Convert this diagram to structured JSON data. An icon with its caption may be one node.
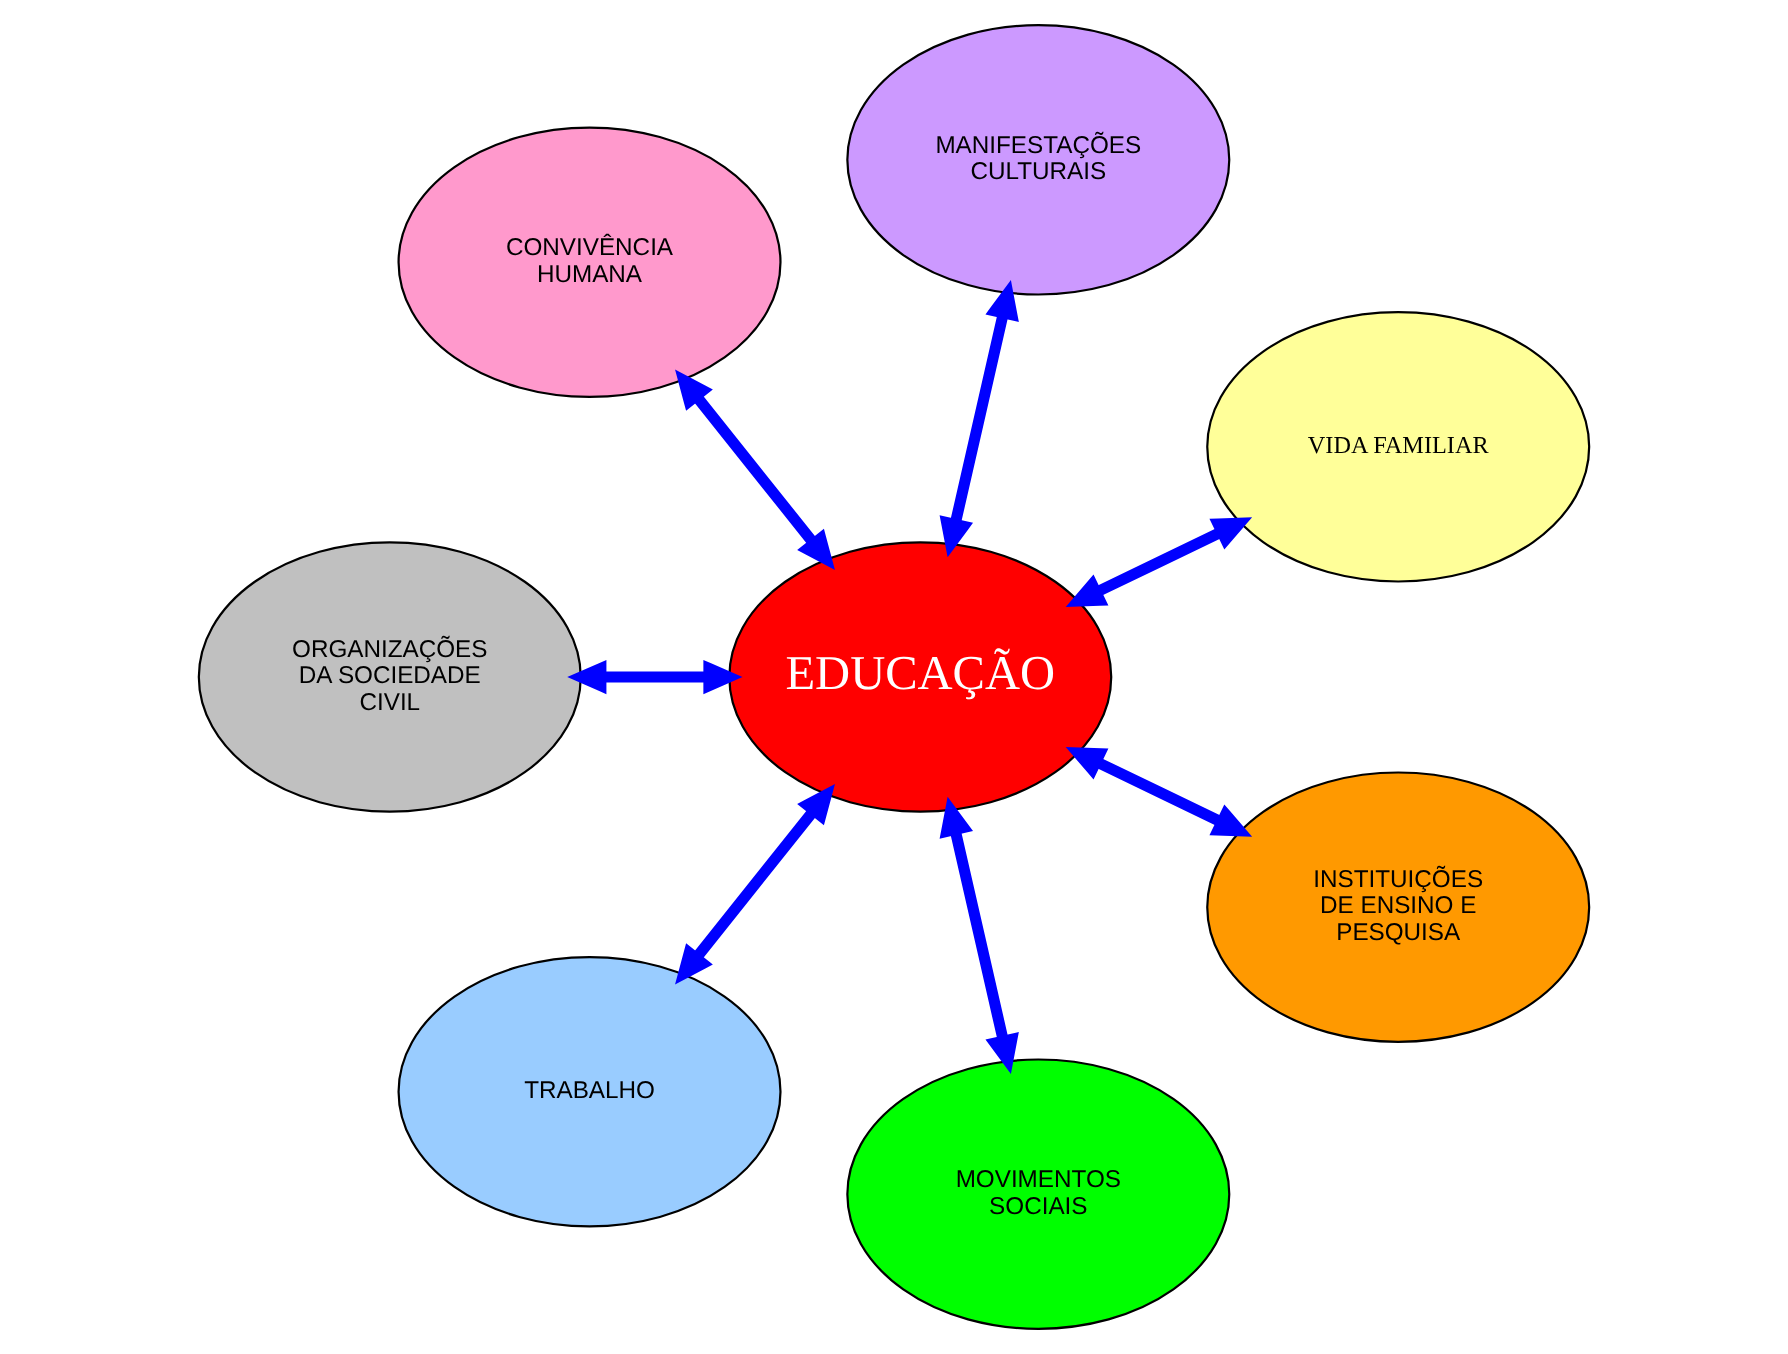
{
  "diagram": {
    "nodes": [
      {
        "text": [
          "VIDA FAMILIAR"
        ]
      },
      {
        "text": [
          "MANIFESTAÇÕES CULTURAIS"
        ]
      },
      {
        "text": [
          "CONVIVÊNCIA HUMANA"
        ]
      },
      {
        "text": [
          "EDUCAÇÃO"
        ]
      },
      {
        "text": [
          "ORGANIZAÇÕES DA SOCIEDADE CIVIL"
        ]
      },
      {
        "text": [
          "TRABALHO"
        ]
      },
      {
        "text": [
          "MOVIMENTOS SOCIAIS"
        ]
      },
      {
        "text": [
          "INSTITUIÇÕES DE ENSINO E PESQUISA"
        ]
      }
    ],
    "edges": [
      {
        "from": 3,
        "to": 0,
        "arrow": "both"
      },
      {
        "from": 3,
        "to": 1,
        "arrow": "both"
      },
      {
        "from": 3,
        "to": 2,
        "arrow": "both"
      },
      {
        "from": 3,
        "to": 4,
        "arrow": "both"
      },
      {
        "from": 3,
        "to": 5,
        "arrow": "both"
      },
      {
        "from": 3,
        "to": 6,
        "arrow": "both"
      },
      {
        "from": 3,
        "to": 7,
        "arrow": "both"
      }
    ]
  }
}
